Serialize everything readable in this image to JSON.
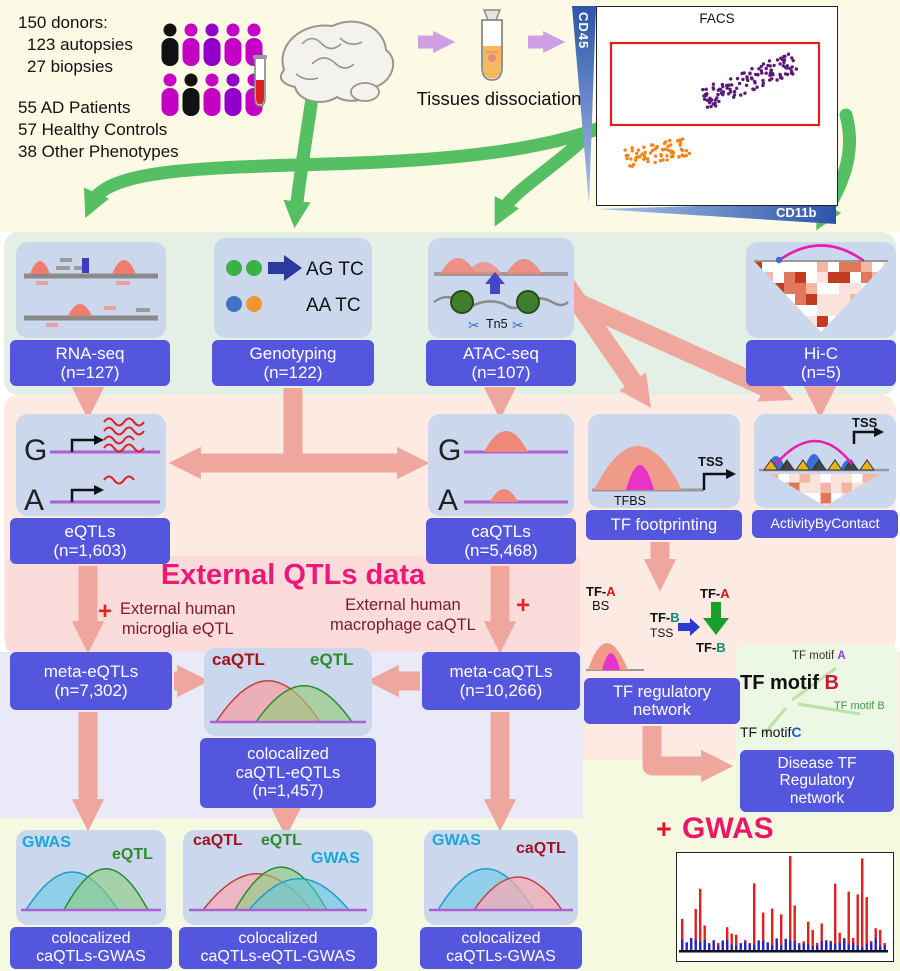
{
  "colors": {
    "label_band_blue": "#5456dd",
    "card_blue": "#cad7ed",
    "arrow_green": "#56bf63",
    "arrow_salmon": "#efa79d",
    "arrow_purple": "#cf9fe6",
    "magenta_title": "#ee1878",
    "dark_red_text": "#7a1a28",
    "gwas_cyan": "#18a8d8",
    "eqtl_green": "#2e8b2e",
    "caqtl_red": "#a51220",
    "plus_red": "#e82020"
  },
  "icons": {
    "scissors": "✂"
  },
  "top": {
    "donor_lines": [
      "150 donors:",
      "123 autopsies",
      "27 biopsies"
    ],
    "cohort_lines": [
      "55 AD Patients",
      "57 Healthy Controls",
      "38 Other Phenotypes"
    ],
    "dissociation": "Tissues dissociation",
    "facs": {
      "title": "FACS",
      "y_axis": "CD45",
      "x_axis": "CD11b"
    }
  },
  "assays": {
    "rna": {
      "name": "RNA-seq",
      "n": "(n=127)"
    },
    "geno": {
      "name": "Genotyping",
      "n": "(n=122)",
      "row1": "AG TC",
      "row2": "AA TC"
    },
    "atac": {
      "name": "ATAC-seq",
      "n": "(n=107)",
      "tn5": "Tn5"
    },
    "hic": {
      "name": "Hi-C",
      "n": "(n=5)"
    }
  },
  "qtl": {
    "eqtl": {
      "name": "eQTLs",
      "n": "(n=1,603)",
      "g": "G",
      "a": "A"
    },
    "caqtl": {
      "name": "caQTLs",
      "n": "(n=5,468)",
      "g": "G",
      "a": "A"
    },
    "tf": {
      "name": "TF footprinting",
      "tfbs": "TFBS",
      "tss": "TSS"
    },
    "abc": {
      "name": "ActivityByContact",
      "tss": "TSS"
    }
  },
  "external": {
    "title": "External QTLs data",
    "plus": "+",
    "left1": "External human",
    "left2": "microglia eQTL",
    "right1": "External human",
    "right2": "macrophage caQTL"
  },
  "meta": {
    "meqtl": {
      "name": "meta-eQTLs",
      "n": "(n=7,302)"
    },
    "mcaqtl": {
      "name": "meta-caQTLs",
      "n": "(n=10,266)"
    },
    "coloc": {
      "caqtl": "caQTL",
      "eqtl": "eQTL",
      "l1": "colocalized",
      "l2": "caQTL-eQTLs",
      "n": "(n=1,457)"
    },
    "tfnet": {
      "tfa_p": "TF-",
      "tfa_l": "A",
      "bs": "BS",
      "tfb_p": "TF-",
      "tfb_l": "B",
      "tss": "TSS",
      "l1": "TF regulatory",
      "l2": "network"
    },
    "disease": {
      "ma_p": "TF motif ",
      "ma_l": "A",
      "mb_p": "TF motif ",
      "mb_l": "B",
      "mb2": "TF motif B",
      "mc_p": "TF motif",
      "mc_l": "C",
      "l1": "Disease TF",
      "l2": "Regulatory",
      "l3": "network"
    }
  },
  "bottom": {
    "p1": {
      "s1": "GWAS",
      "s2": "eQTL",
      "l1": "colocalized",
      "l2": "caQTLs-GWAS"
    },
    "p2": {
      "s1": "caQTL",
      "s2": "eQTL",
      "s3": "GWAS",
      "l1": "colocalized",
      "l2": "caQTLs-eQTL-GWAS"
    },
    "p3": {
      "s1": "GWAS",
      "s2": "caQTL",
      "l1": "colocalized",
      "l2": "caQTLs-GWAS"
    },
    "gwas": {
      "plus": "+",
      "label": "GWAS"
    }
  }
}
